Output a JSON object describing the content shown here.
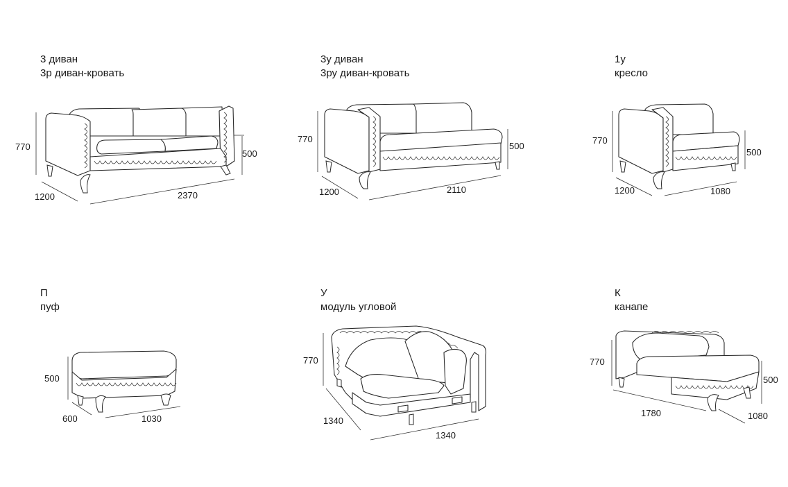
{
  "items": [
    {
      "line1": "3 диван",
      "line2": "3р диван-кровать",
      "height": "770",
      "seat": "500",
      "depth": "1200",
      "width": "2370"
    },
    {
      "line1": "3у диван",
      "line2": "3ру диван-кровать",
      "height": "770",
      "seat": "500",
      "depth": "1200",
      "width": "2110"
    },
    {
      "line1": "1у",
      "line2": "кресло",
      "height": "770",
      "seat": "500",
      "depth": "1200",
      "width": "1080"
    },
    {
      "line1": "П",
      "line2": "пуф",
      "height": "500",
      "depth": "600",
      "width": "1030"
    },
    {
      "line1": "У",
      "line2": "модуль угловой",
      "height": "770",
      "depth": "1340",
      "width": "1340"
    },
    {
      "line1": "К",
      "line2": "канапе",
      "height": "770",
      "seat": "500",
      "depth": "1780",
      "width": "1080"
    }
  ]
}
